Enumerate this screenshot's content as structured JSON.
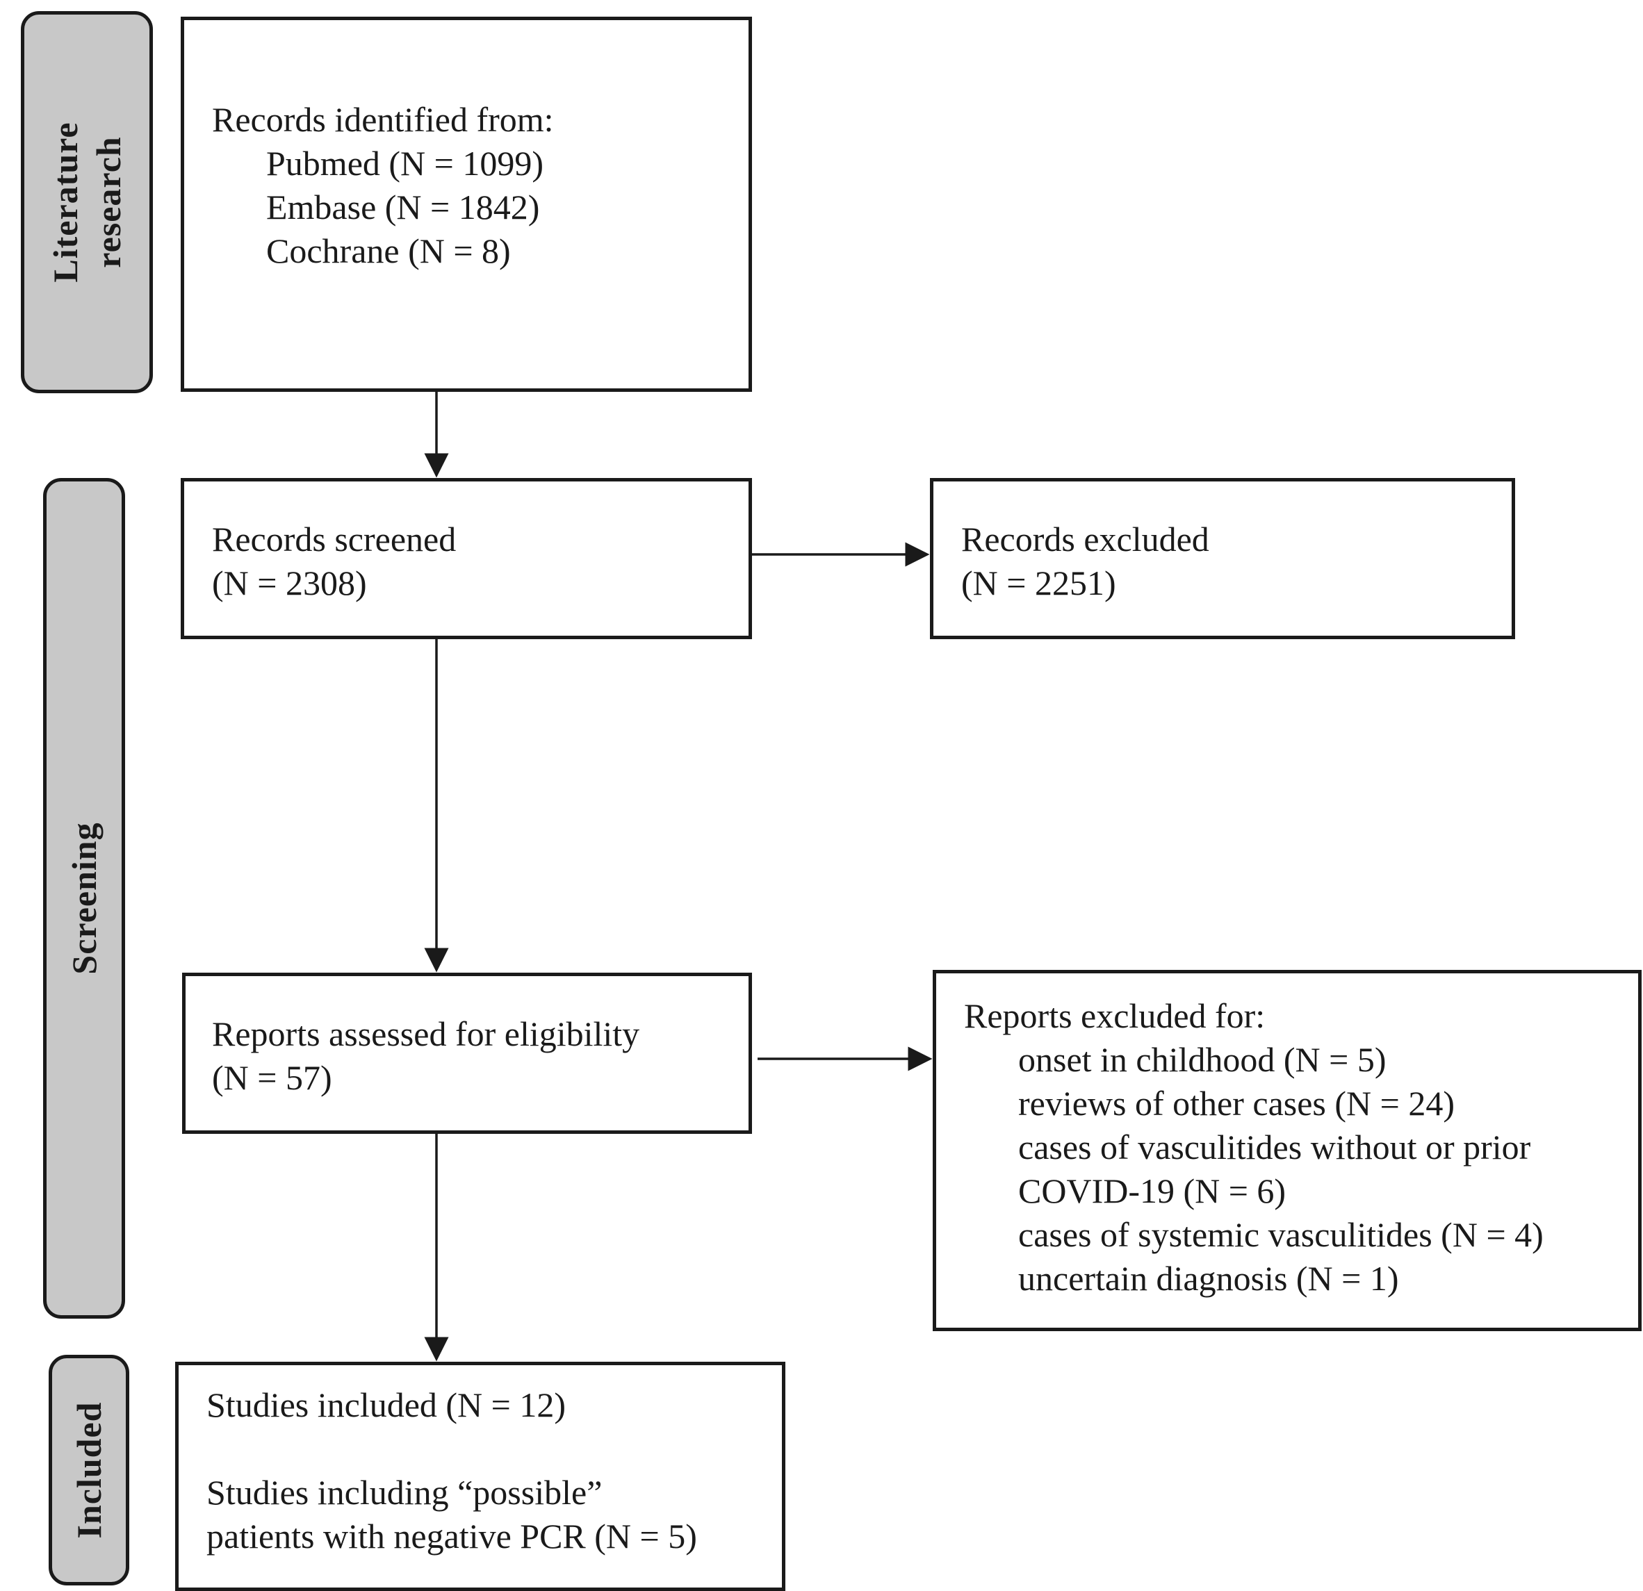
{
  "phases": {
    "literature": [
      "Literature",
      "research"
    ],
    "screening": "Screening",
    "included": "Included"
  },
  "boxes": {
    "identified": {
      "heading": "Records identified from:",
      "sources": [
        "Pubmed (N = 1099)",
        "Embase (N = 1842)",
        "Cochrane (N = 8)"
      ]
    },
    "screened": [
      "Records screened",
      "(N = 2308)"
    ],
    "excluded_records": [
      "Records excluded",
      "(N = 2251)"
    ],
    "assessed": [
      "Reports assessed for eligibility",
      "(N = 57)"
    ],
    "excluded_reports": {
      "heading": "Reports excluded for:",
      "reasons": [
        "onset in childhood (N = 5)",
        "reviews of other cases (N = 24)",
        "cases of vasculitides without or prior",
        "COVID-19 (N = 6)",
        "cases of systemic vasculitides (N = 4)",
        "uncertain diagnosis (N = 1)"
      ]
    },
    "included": {
      "line1": "Studies included (N = 12)",
      "line2": [
        "Studies including “possible”",
        "patients with negative PCR (N = 5)"
      ]
    }
  }
}
